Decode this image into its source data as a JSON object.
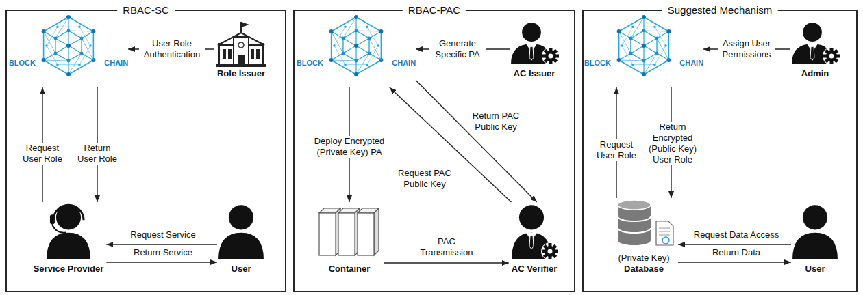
{
  "diagram": {
    "nodes": [
      {
        "text": [
          "RBAC-SC"
        ]
      },
      {
        "text": [
          "BLOCK",
          "CHAIN"
        ],
        "in": 0
      },
      {
        "text": [
          "Role Issuer"
        ],
        "in": 0
      },
      {
        "text": [
          "Service Provider"
        ],
        "in": 0
      },
      {
        "text": [
          "User"
        ],
        "in": 0
      },
      {
        "text": [
          "RBAC-PAC"
        ]
      },
      {
        "text": [
          "BLOCK",
          "CHAIN"
        ],
        "in": 5
      },
      {
        "text": [
          "AC Issuer"
        ],
        "in": 5
      },
      {
        "text": [
          "Container"
        ],
        "in": 5
      },
      {
        "text": [
          "AC Verifier"
        ],
        "in": 5
      },
      {
        "text": [
          "Suggested Mechanism"
        ]
      },
      {
        "text": [
          "BLOCK",
          "CHAIN"
        ],
        "in": 10
      },
      {
        "text": [
          "Admin"
        ],
        "in": 10
      },
      {
        "text": [
          "(Private Key)",
          "Database"
        ],
        "in": 10
      },
      {
        "text": [
          "User"
        ],
        "in": 10
      }
    ],
    "edges": [
      {
        "from": 2,
        "to": 1,
        "label": "User Role Authentication",
        "arrow": "to"
      },
      {
        "from": 3,
        "to": 1,
        "label": "Request User Role",
        "arrow": "to"
      },
      {
        "from": 1,
        "to": 3,
        "label": "Return User Role",
        "arrow": "to"
      },
      {
        "from": 4,
        "to": 3,
        "label": "Request Service",
        "arrow": "to"
      },
      {
        "from": 3,
        "to": 4,
        "label": "Return Service",
        "arrow": "to"
      },
      {
        "from": 7,
        "to": 6,
        "label": "Generate Specific PA",
        "arrow": "to"
      },
      {
        "from": 6,
        "to": 8,
        "label": "Deploy Encrypted (Private Key) PA",
        "arrow": "to"
      },
      {
        "from": 9,
        "to": 6,
        "label": "Request PAC Public Key",
        "arrow": "to"
      },
      {
        "from": 6,
        "to": 9,
        "label": "Return PAC Public Key",
        "arrow": "to"
      },
      {
        "from": 8,
        "to": 9,
        "label": "PAC Transmission",
        "arrow": "to"
      },
      {
        "from": 12,
        "to": 11,
        "label": "Assign User Permissions",
        "arrow": "to"
      },
      {
        "from": 13,
        "to": 11,
        "label": "Request User Role",
        "arrow": "to"
      },
      {
        "from": 11,
        "to": 13,
        "label": "Return Encrypted (Public Key) User Role",
        "arrow": "to"
      },
      {
        "from": 14,
        "to": 13,
        "label": "Request Data Access",
        "arrow": "to"
      },
      {
        "from": 13,
        "to": 14,
        "label": "Return Data",
        "arrow": "to"
      }
    ]
  }
}
